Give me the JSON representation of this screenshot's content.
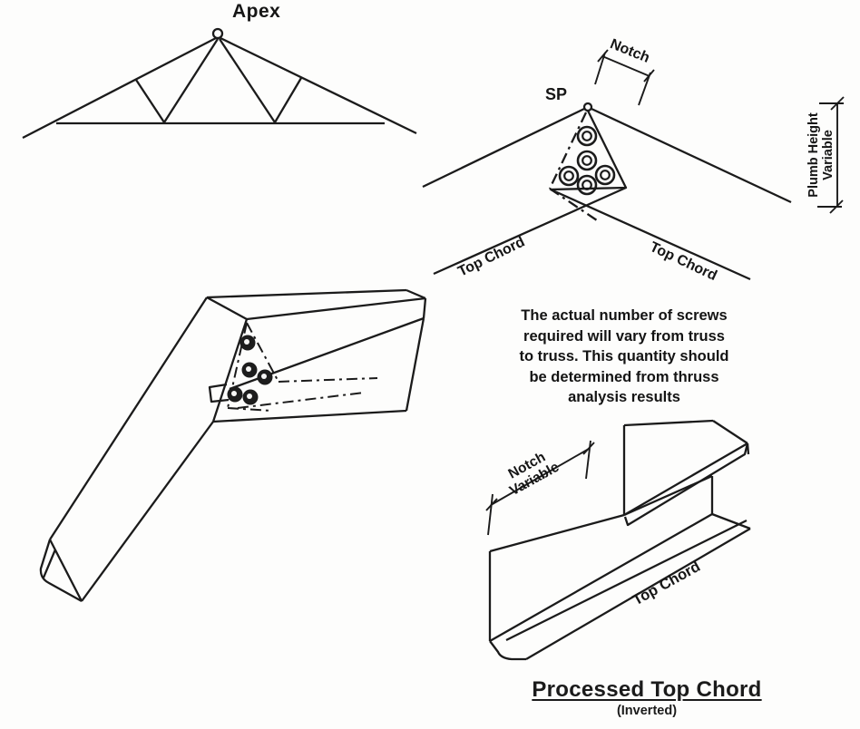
{
  "truss_elevation": {
    "apex_label": "Apex"
  },
  "apex_detail": {
    "sp_label": "SP",
    "notch_dimension_label": "Notch",
    "top_chord_left_label": "Top Chord",
    "top_chord_right_label": "Top Chord",
    "plumb_height_label_line1": "Plumb Height",
    "plumb_height_label_line2": "Variable",
    "screw_count": 5
  },
  "iso_connection": {
    "screw_count": 5
  },
  "note": {
    "lines": [
      "The actual number of screws",
      "required will vary from truss",
      "to truss. This quantity should",
      "be determined from thruss",
      "analysis results"
    ]
  },
  "processed_chord": {
    "notch_label_line1": "Notch",
    "notch_label_line2": "Variable",
    "top_chord_label": "Top Chord",
    "title": "Processed Top Chord",
    "subtitle": "(Inverted)"
  },
  "colors": {
    "ink": "#1b1b1b",
    "paper": "#fdfdfc"
  }
}
